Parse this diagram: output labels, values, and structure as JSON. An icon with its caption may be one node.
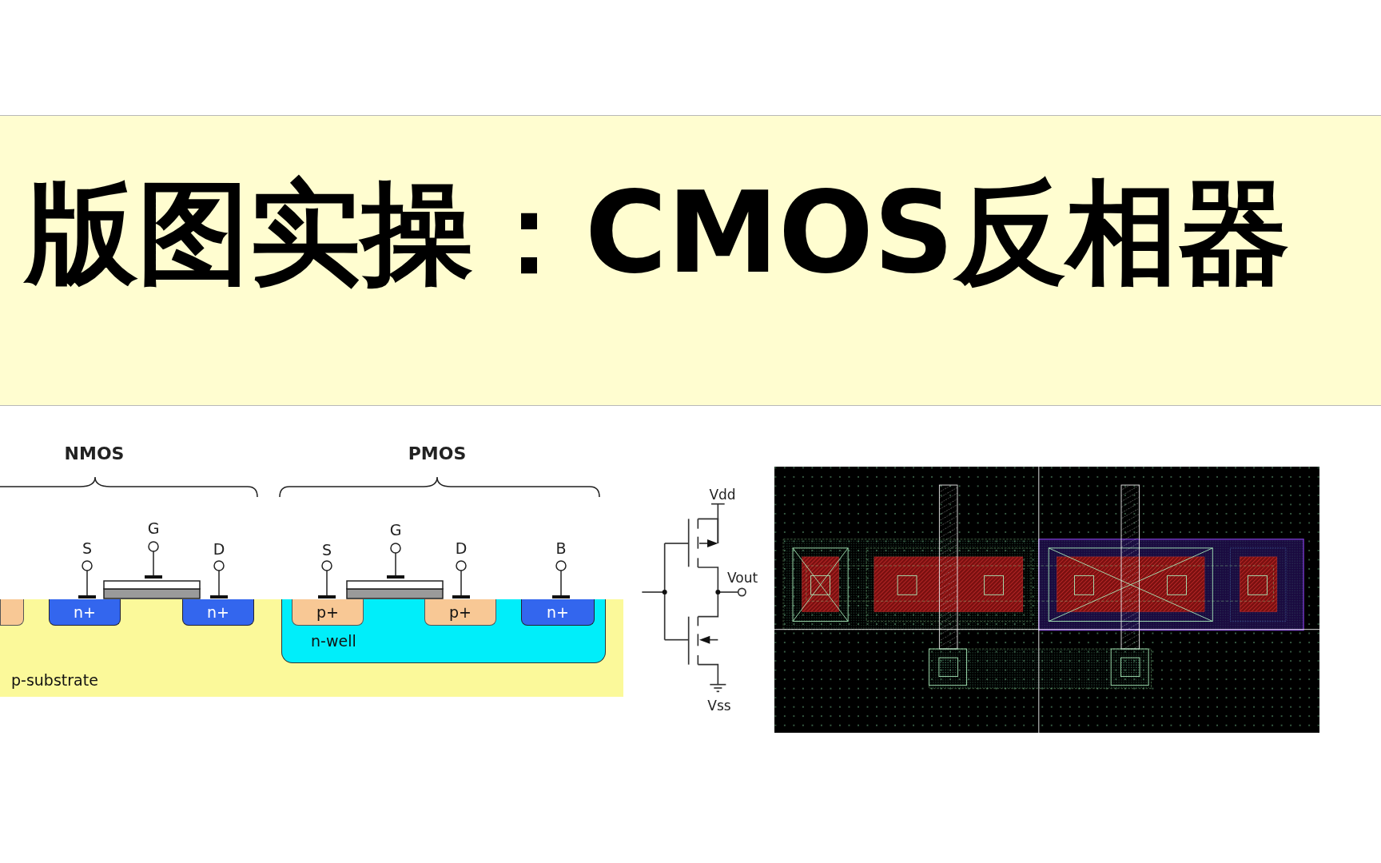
{
  "diagram": {
    "title": "版图实操：CMOS反相器",
    "nodes": [
      {
        "text": [
          "p-substrate"
        ]
      },
      {
        "text": [],
        "shape": "box",
        "in": 0
      },
      {
        "text": [
          "n+"
        ],
        "in": 0
      },
      {
        "text": [
          "n+"
        ],
        "in": 0
      },
      {
        "text": [
          "n-well"
        ],
        "in": 0
      },
      {
        "text": [
          "p+"
        ],
        "in": 4
      },
      {
        "text": [
          "p+"
        ],
        "in": 4
      },
      {
        "text": [
          "n+"
        ],
        "in": 4
      }
    ],
    "labels": [
      "NMOS",
      "PMOS",
      "S",
      "G",
      "D",
      "S",
      "G",
      "D",
      "B",
      "Vdd",
      "Vout",
      "Vss"
    ]
  }
}
